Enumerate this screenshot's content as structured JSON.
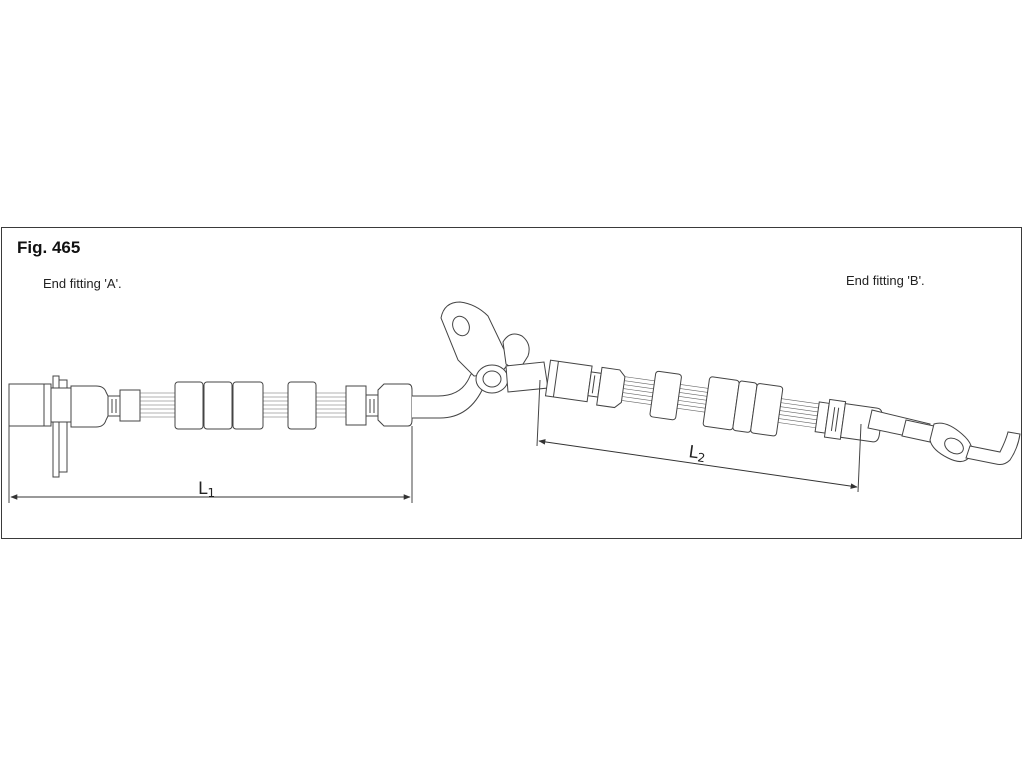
{
  "figure": {
    "title": "Fig. 465",
    "end_fitting_a": "End fitting 'A'.",
    "end_fitting_b": "End fitting 'B'.",
    "dimension_l1": {
      "letter": "L",
      "subscript": "1"
    },
    "dimension_l2": {
      "letter": "L",
      "subscript": "2"
    }
  }
}
